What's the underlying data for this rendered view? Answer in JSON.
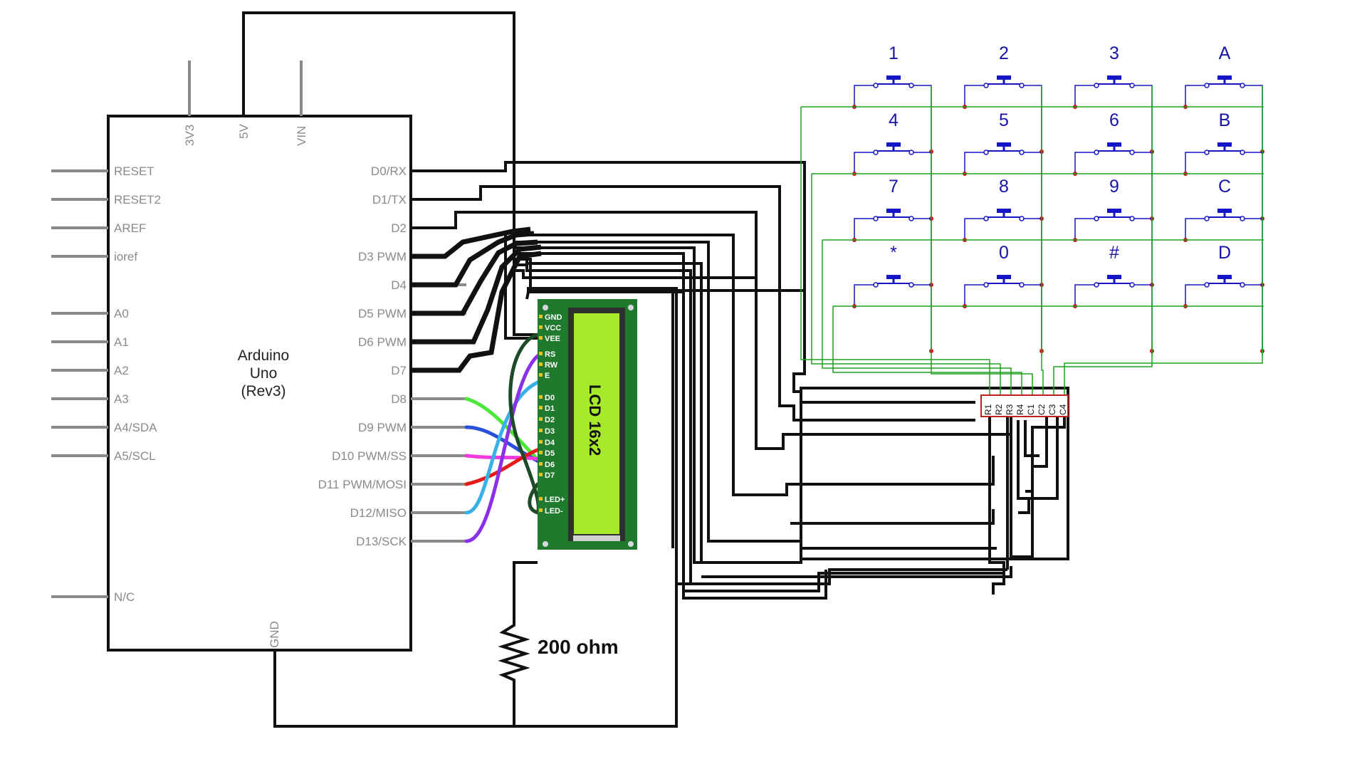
{
  "arduino": {
    "name_line1": "Arduino",
    "name_line2": "Uno",
    "name_line3": "(Rev3)",
    "top_pins": [
      "3V3",
      "5V",
      "VIN"
    ],
    "left_pins": [
      "RESET",
      "RESET2",
      "AREF",
      "ioref",
      "A0",
      "A1",
      "A2",
      "A3",
      "A4/SDA",
      "A5/SCL",
      "N/C"
    ],
    "right_pins": [
      "D0/RX",
      "D1/TX",
      "D2",
      "D3 PWM",
      "D4",
      "D5 PWM",
      "D6 PWM",
      "D7",
      "D8",
      "D9 PWM",
      "D10 PWM/SS",
      "D11 PWM/MOSI",
      "D12/MISO",
      "D13/SCK"
    ],
    "bottom_pin": "GND"
  },
  "lcd": {
    "label": "LCD 16x2",
    "pins": [
      "GND",
      "VCC",
      "VEE",
      "RS",
      "RW",
      "E",
      "D0",
      "D1",
      "D2",
      "D3",
      "D4",
      "D5",
      "D6",
      "D7",
      "LED+",
      "LED-"
    ],
    "board_color": "#1f7a2e",
    "screen_color": "#a6ea2a"
  },
  "resistor": {
    "label": "200 ohm"
  },
  "keypad": {
    "keys": [
      [
        "1",
        "2",
        "3",
        "A"
      ],
      [
        "4",
        "5",
        "6",
        "B"
      ],
      [
        "7",
        "8",
        "9",
        "C"
      ],
      [
        "*",
        "0",
        "#",
        "D"
      ]
    ],
    "header_pins": [
      "R1",
      "R2",
      "R3",
      "R4",
      "C1",
      "C2",
      "C3",
      "C4"
    ],
    "switch_color": "#1515c8",
    "wire_color": "#21a121",
    "node_color": "#cc1111"
  },
  "colors": {
    "wire_black": "#111111",
    "pin_gray": "#8a8a8a"
  }
}
